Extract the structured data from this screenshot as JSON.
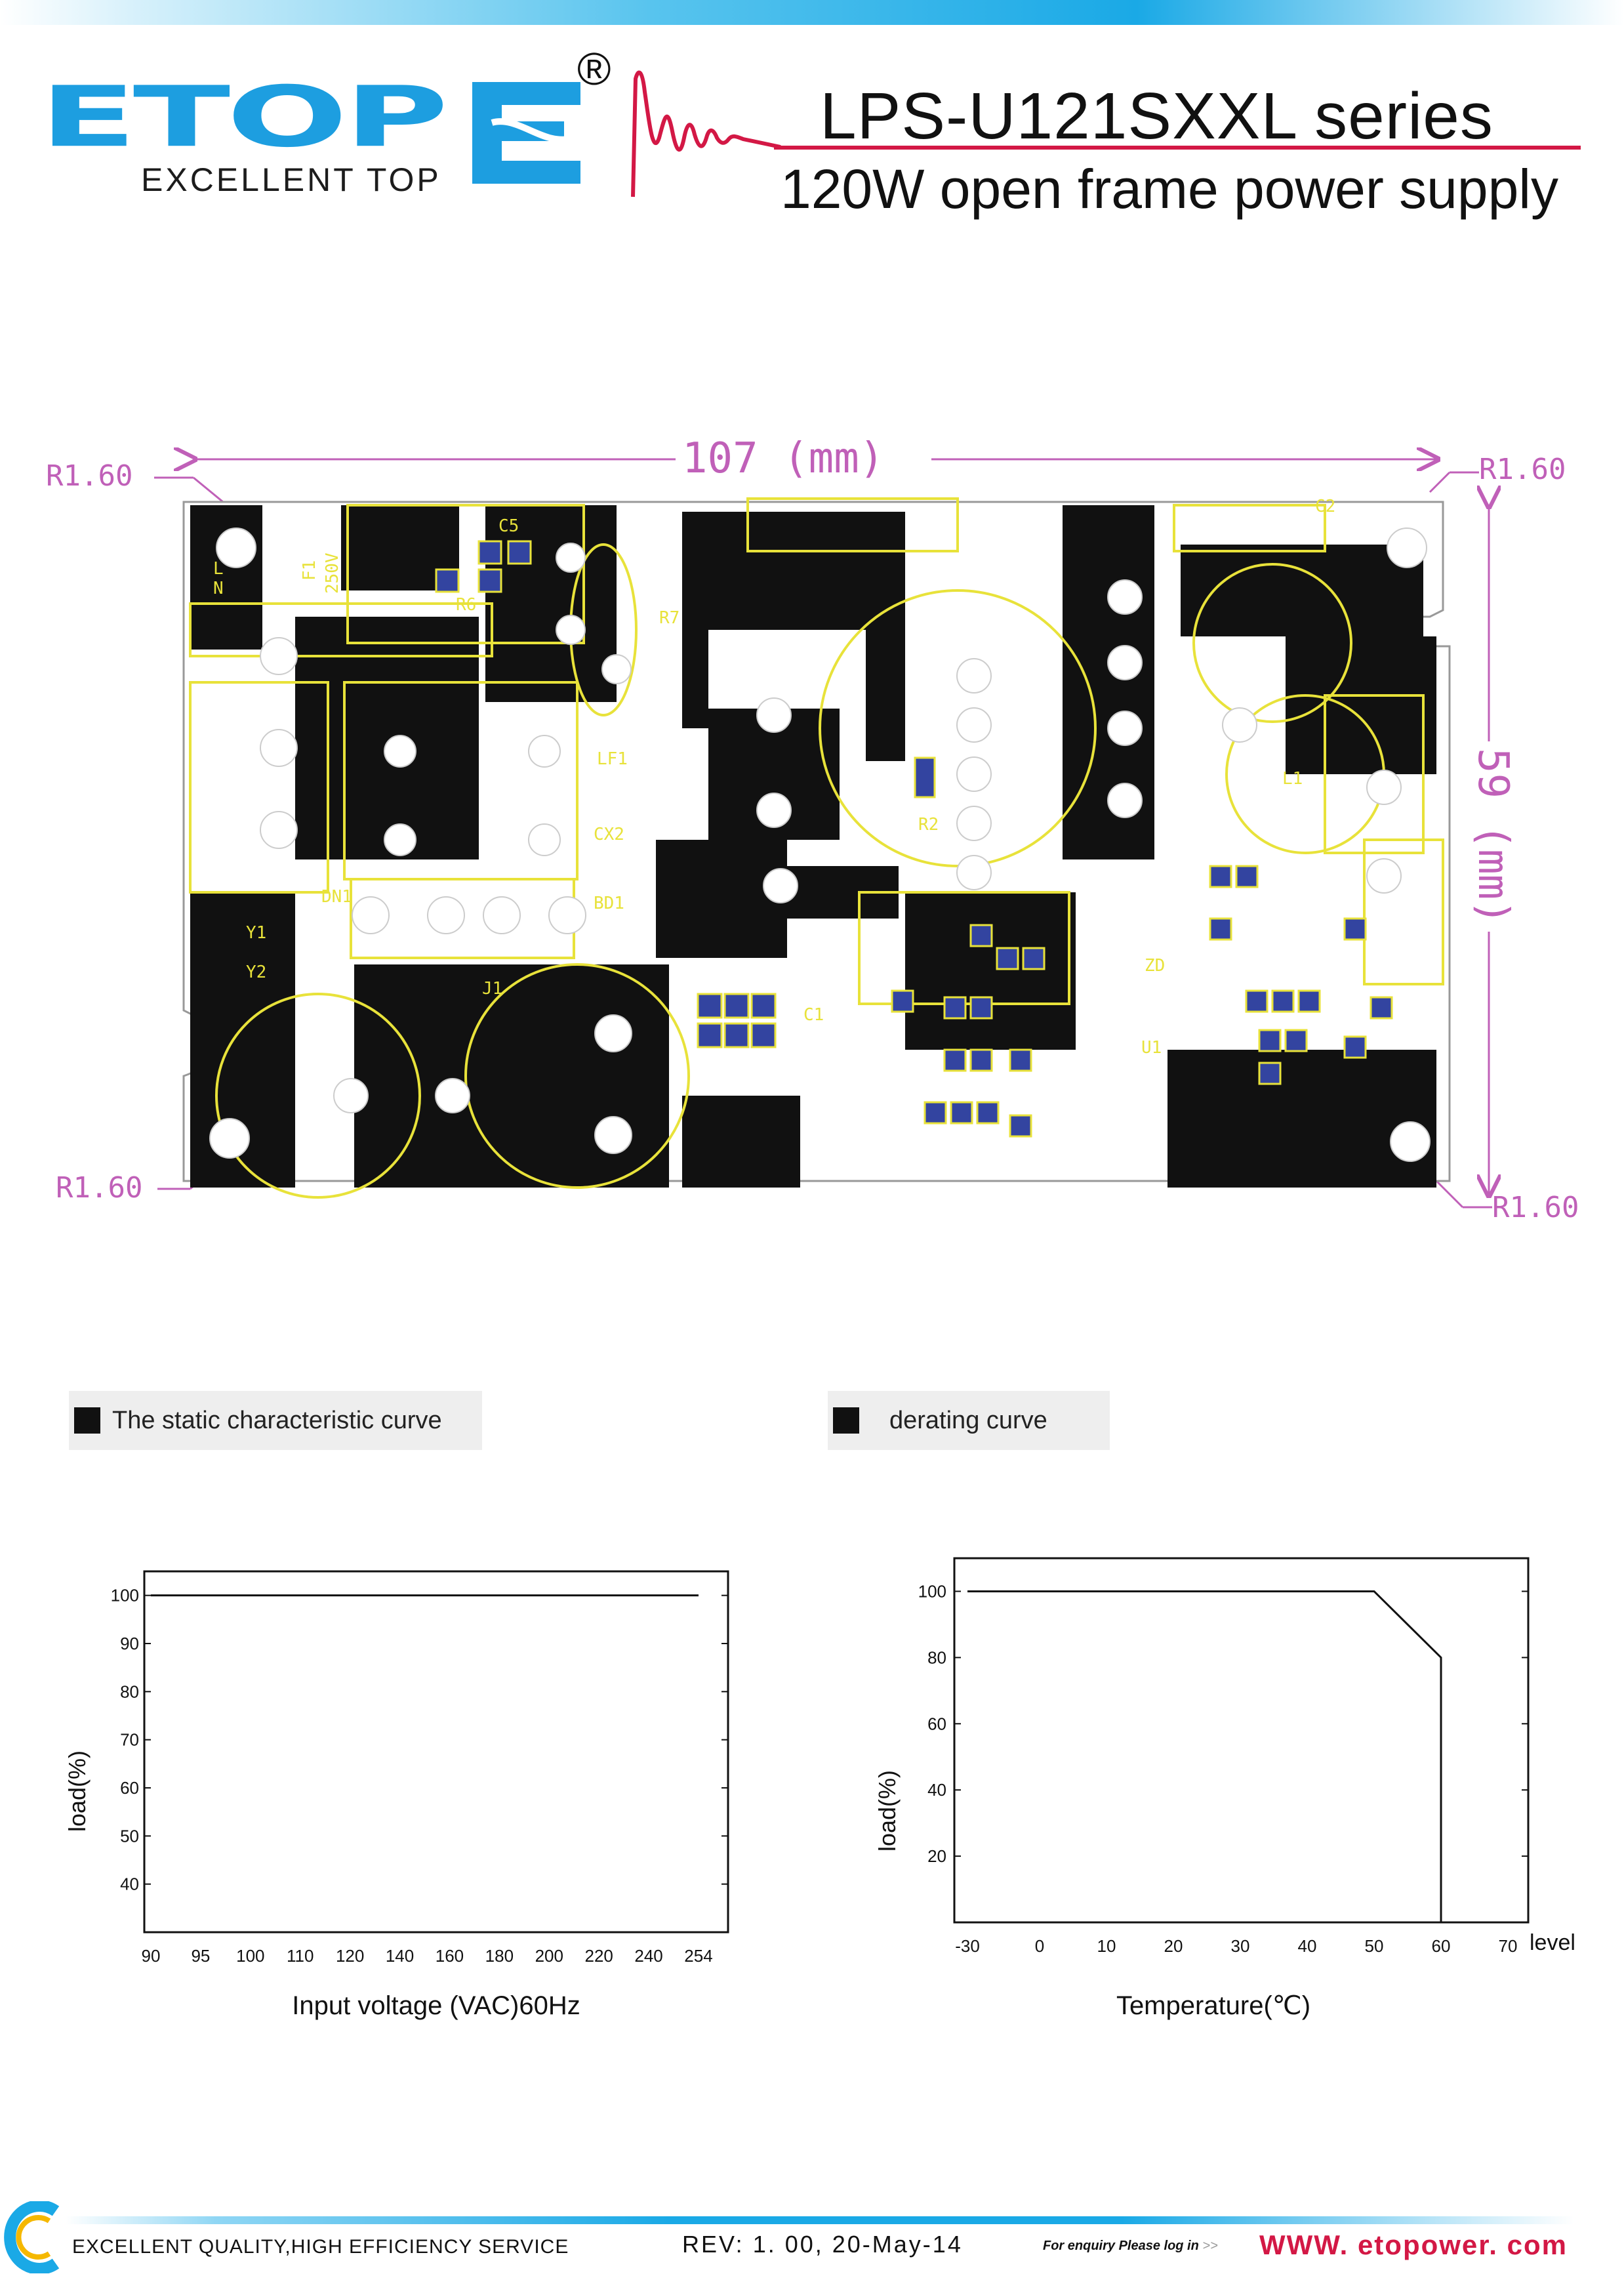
{
  "header": {
    "logo_text": "ETOP",
    "logo_sub": "EXCELLENT TOP",
    "registered": "®",
    "series": "LPS-U121SXXL series",
    "subtitle": "120W open frame power supply"
  },
  "drawing": {
    "width_dim": "107  (mm)",
    "height_dim": "59  (mm)",
    "corner_radius": "R1.60",
    "labels": {
      "f1": "F1",
      "fuse_rating": "250V",
      "lf1": "LF1",
      "cx2": "CX2",
      "bd1": "BD1",
      "j1": "J1",
      "y1": "Y1",
      "y2": "Y2",
      "r7": "R7",
      "c1": "C1",
      "r2": "R2",
      "u1": "U1",
      "zd": "ZD",
      "c2": "C2",
      "r6": "R6",
      "c5": "C5",
      "l": "L",
      "n": "N",
      "dn1": "DN1",
      "l1": "L1"
    },
    "colors": {
      "copper": "#111111",
      "silk": "#e8e23a",
      "pad": "#3344a0",
      "dim": "#c060b8"
    }
  },
  "static_chart": {
    "section_title": "The static characteristic curve",
    "chart_data": {
      "type": "line",
      "x": [
        "90",
        "95",
        "100",
        "110",
        "120",
        "140",
        "160",
        "180",
        "200",
        "220",
        "240",
        "254"
      ],
      "series": [
        {
          "values": [
            100,
            100,
            100,
            100,
            100,
            100,
            100,
            100,
            100,
            100,
            100,
            100
          ]
        }
      ],
      "yticks": [
        "100",
        "90",
        "80",
        "70",
        "60",
        "50",
        "40"
      ],
      "ylim": [
        30,
        105
      ],
      "xlabel": "Input voltage (VAC)60Hz",
      "ylabel": "load(%)",
      "grid": false
    }
  },
  "derating_chart": {
    "section_title": "derating curve",
    "chart_data": {
      "type": "line",
      "xticks": [
        "-30",
        "0",
        "10",
        "20",
        "30",
        "40",
        "50",
        "60",
        "70"
      ],
      "extra_tick": "level",
      "series": [
        {
          "points": [
            [
              -30,
              100
            ],
            [
              50,
              100
            ],
            [
              60,
              80
            ],
            [
              60,
              0
            ]
          ]
        }
      ],
      "yticks": [
        "100",
        "80",
        "60",
        "40",
        "20"
      ],
      "ylim": [
        0,
        110
      ],
      "xlabel": "Temperature(℃)",
      "ylabel": "load(%)",
      "grid": false
    }
  },
  "footer": {
    "tagline": "EXCELLENT  QUALITY,HIGH EFFICIENCY SERVICE",
    "rev": "REV: 1. 00, 20-May-14",
    "enquiry": "For enquiry Please log in",
    "enquiry_arrows": ">>",
    "website": "WWW. etopower. com"
  }
}
